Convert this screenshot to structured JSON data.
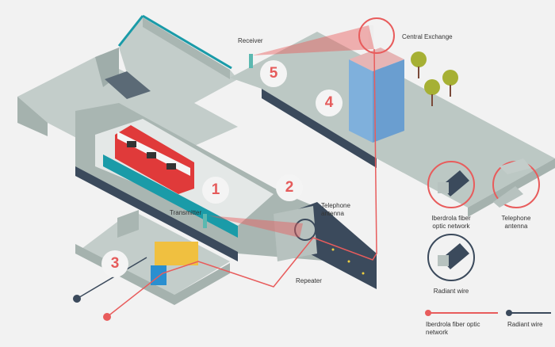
{
  "labels": {
    "receiver": "Receiver",
    "central_exchange": "Central Exchange",
    "transmitter": "Transmitter",
    "telephone_antenna": "Telephone\nantenna",
    "repeater": "Repeater"
  },
  "steps": [
    "1",
    "2",
    "3",
    "4",
    "5"
  ],
  "legend": {
    "fiber": "Iberdrola fiber optic network",
    "antenna": "Telephone antenna",
    "radiant": "Radiant wire",
    "line_fiber": "Iberdrola fiber optic network",
    "line_radiant": "Radiant wire"
  },
  "colors": {
    "fiber": "#e85c5c",
    "radiant": "#3b4a5c",
    "accent_teal": "#1a9ba8",
    "building_glass": "#7fb0dc",
    "tree": "#a6b034"
  }
}
